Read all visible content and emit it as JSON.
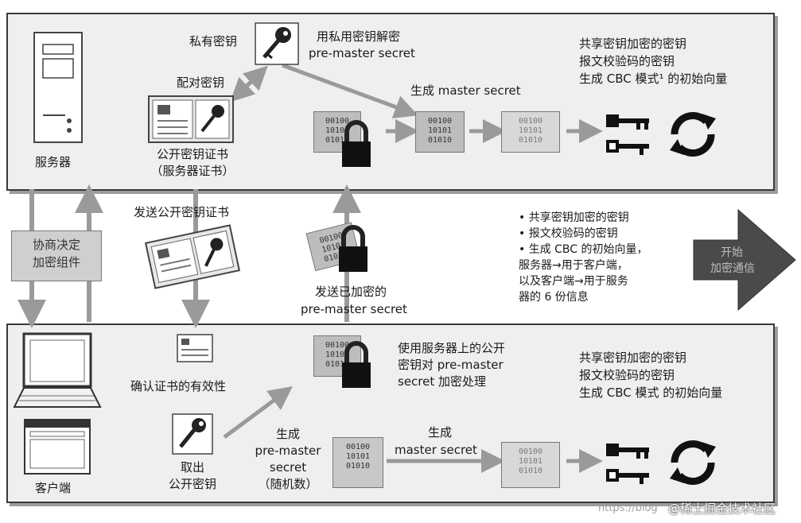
{
  "server": {
    "label": "服务器",
    "private_key": "私有密钥",
    "pair_key": "配对密钥",
    "cert_line1": "公开密钥证书",
    "cert_line2": "（服务器证书）",
    "decrypt_line1": "用私用密钥解密",
    "decrypt_line2": "pre-master secret",
    "gen_master": "生成 master secret",
    "gen_bits": [
      "00100",
      "10101",
      "01010"
    ],
    "results": [
      "共享密钥加密的密钥",
      "报文校验码的密钥",
      "生成 CBC 模式¹ 的初始向量"
    ]
  },
  "middle": {
    "negotiate_line1": "协商决定",
    "negotiate_line2": "加密组件",
    "send_cert": "发送公开密钥证书",
    "send_pms_line1": "发送已加密的",
    "send_pms_line2": "pre-master secret",
    "bullets": [
      "• 共享密钥加密的密钥",
      "• 报文校验码的密钥",
      "• 生成 CBC 的初始向量，",
      "   服务器→用于客户端，",
      "   以及客户端→用于服务",
      "   器的 6 份信息"
    ],
    "start_line1": "开始",
    "start_line2": "加密通信"
  },
  "client": {
    "label": "客户端",
    "verify": "确认证书的有效性",
    "take_line1": "取出",
    "take_line2": "公开密钥",
    "gen_pms_lines": [
      "生成",
      "pre-master",
      "secret",
      "（随机数）"
    ],
    "encrypt_lines": [
      "使用服务器上的公开",
      "密钥对 pre-master",
      "secret 加密处理"
    ],
    "gen_master_line1": "生成",
    "gen_master_line2": "master secret",
    "results": [
      "共享密钥加密的密钥",
      "报文校验码的密钥",
      "生成 CBC 模式 的初始向量"
    ]
  },
  "watermark": {
    "url": "https://blog",
    "site": "@稀土掘金技术社区"
  }
}
